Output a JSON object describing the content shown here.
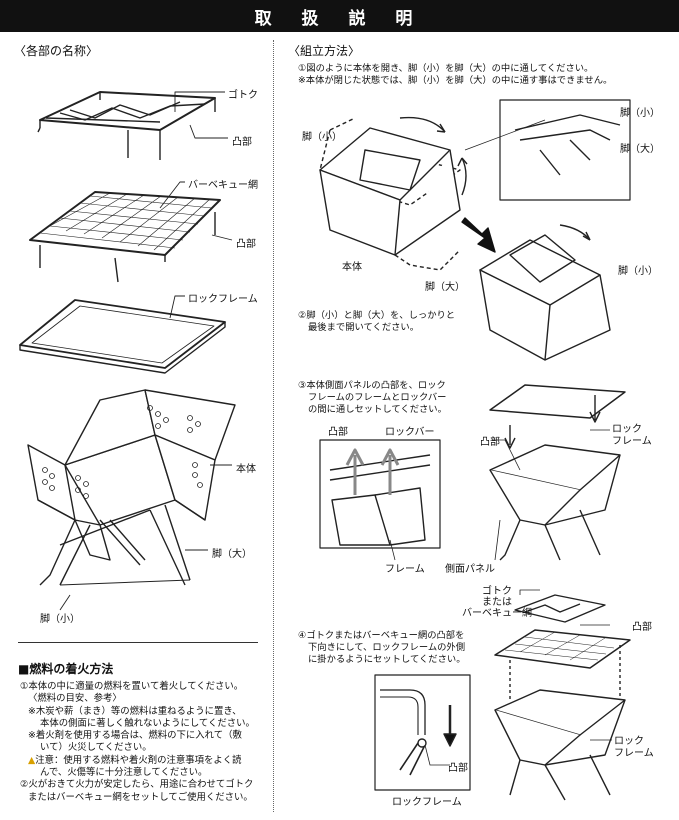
{
  "title": "取 扱 説 明",
  "parts": {
    "heading": "〈各部の名称〉",
    "labels": {
      "gotoku": "ゴトク",
      "totsubu1": "凸部",
      "bbq_net": "バーベキュー網",
      "totsubu2": "凸部",
      "lock_frame": "ロックフレーム",
      "body": "本体",
      "leg_large": "脚（大）",
      "leg_small": "脚（小）"
    }
  },
  "fire": {
    "heading": "■燃料の着火方法",
    "lines": [
      "①本体の中に適量の燃料を置いて着火してください。",
      "〈燃料の目安、参考〉",
      "※木炭や薪（まき）等の燃料は重ねるように置き、",
      "本体の側面に著しく触れないようにしてください。",
      "※着火剤を使用する場合は、燃料の下に入れて（敷",
      "いて）火災してください。",
      "注意：使用する燃料や着火剤の注意事項をよく読",
      "んで、火傷等に十分注意してください。",
      "②火がおきて火力が安定したら、用途に合わせてゴトク",
      "またはバーベキュー網をセットしてご使用ください。"
    ]
  },
  "assembly": {
    "heading": "〈組立方法〉",
    "step1": [
      "①図のように本体を開き、脚（小）を脚（大）の中に通してください。",
      "※本体が閉じた状態では、脚（小）を脚（大）の中に通す事はできません。"
    ],
    "step1_labels": {
      "leg_small_left": "脚（小）",
      "body": "本体",
      "leg_large": "脚（大）",
      "detail_leg_small": "脚（小）",
      "detail_leg_large": "脚（大）",
      "open_leg_small": "脚（小）"
    },
    "step2": [
      "②脚（小）と脚（大）を、しっかりと",
      "最後まで開いてください。"
    ],
    "step3": [
      "③本体側面パネルの凸部を、ロック",
      "フレームのフレームとロックバー",
      "の間に通しセットしてください。"
    ],
    "step3_labels": {
      "totsubu": "凸部",
      "lock_bar": "ロックバー",
      "totsubu_right": "凸部",
      "lock_frame": "ロック\nフレーム",
      "lock_frame_l1": "ロック",
      "lock_frame_l2": "フレーム",
      "frame": "フレーム",
      "side_panel": "側面パネル"
    },
    "step4": [
      "④ゴトクまたはバーベキュー網の凸部を",
      "下向きにして、ロックフレームの外側",
      "に掛かるようにセットしてください。"
    ],
    "step4_labels": {
      "gotoku_l1": "ゴトク",
      "gotoku_l2": "または",
      "gotoku_l3": "バーベキュー網",
      "totsubu": "凸部",
      "lock_frame_l1": "ロック",
      "lock_frame_l2": "フレーム",
      "detail_totsubu": "凸部",
      "detail_lock_frame": "ロックフレーム"
    }
  }
}
